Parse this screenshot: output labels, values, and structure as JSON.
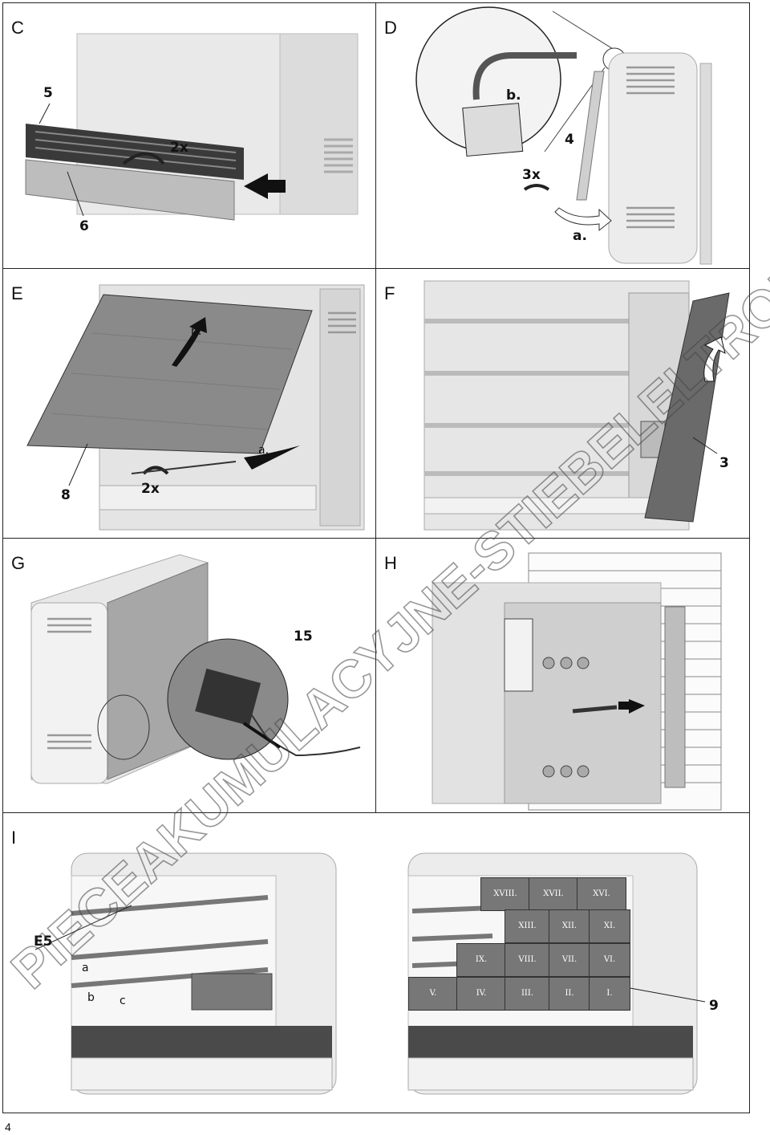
{
  "page_number": "4",
  "watermark": "PIECEAKUMULACYJNE-STIEBELELTRON.PL",
  "panels": {
    "C": {
      "label": "C",
      "callouts": [
        "5",
        "2x",
        "6"
      ]
    },
    "D": {
      "label": "D",
      "callouts": [
        "b.",
        "4",
        "3x",
        "a."
      ]
    },
    "E": {
      "label": "E",
      "callouts": [
        "b.",
        "a.",
        "8",
        "2x"
      ]
    },
    "F": {
      "label": "F",
      "callouts": [
        "3"
      ]
    },
    "G": {
      "label": "G",
      "callouts": [
        "15"
      ]
    },
    "H": {
      "label": "H",
      "callouts": []
    },
    "I": {
      "label": "I",
      "callouts": [
        "E5",
        "a",
        "b",
        "c",
        "9"
      ],
      "brick_numbers": [
        "XVIII.",
        "XVII.",
        "XVI.",
        "XIII.",
        "XII.",
        "XI.",
        "IX.",
        "VIII.",
        "VII.",
        "VI.",
        "V.",
        "IV.",
        "III.",
        "II.",
        "I."
      ]
    }
  }
}
